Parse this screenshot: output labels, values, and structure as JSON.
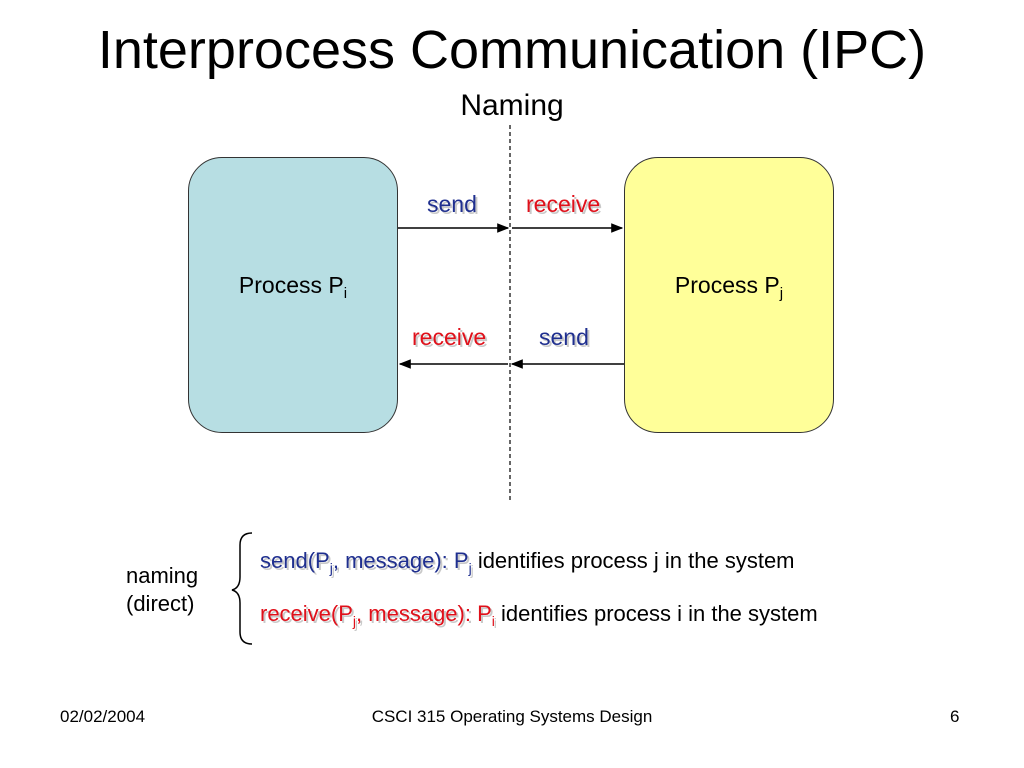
{
  "title": "Interprocess Communication (IPC)",
  "subtitle": "Naming",
  "diagram": {
    "process_i": {
      "label": "Process P",
      "sub": "i"
    },
    "process_j": {
      "label": "Process P",
      "sub": "j"
    },
    "top_send": "send",
    "top_receive": "receive",
    "bottom_receive": "receive",
    "bottom_send": "send"
  },
  "naming": {
    "label_line1": "naming",
    "label_line2": "(direct)",
    "send": {
      "code_prefix": "send(P",
      "code_sub": "j",
      "code_suffix": ", message): P",
      "target_sub": "j",
      "description": "identifies process j in the system"
    },
    "receive": {
      "code_prefix": "receive(P",
      "code_sub": "j",
      "code_suffix": ", message): P",
      "target_sub": "i",
      "description": "identifies process i in the system"
    }
  },
  "footer": {
    "date": "02/02/2004",
    "course": "CSCI 315 Operating Systems Design",
    "page": "6"
  },
  "colors": {
    "process_i_fill": "#b7dee3",
    "process_j_fill": "#ffff99",
    "send_color": "#1f2f8f",
    "receive_color": "#e0101a"
  }
}
